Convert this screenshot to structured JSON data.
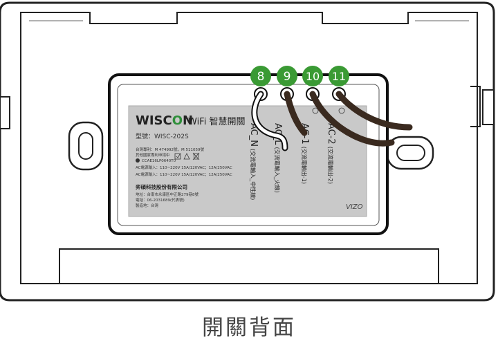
{
  "caption": "開關背面",
  "label": {
    "brand_pre": "WISC",
    "brand_o": "O",
    "brand_post": "N",
    "product": "WiFi 智慧開關",
    "model": "型號：WISC-202S",
    "patent1": "台灣專利：M 474992號，M 511059號",
    "patent2": "其他國家專利申請中",
    "cert_code": "CCAE16LP0640T0",
    "rating1": "AC電源輸入：110~220V 15A/120VAC；12A/250VAC",
    "rating2": "AC電源輸入：110~220V 15A/120VAC；12A/250VAC",
    "company": "弈碩科技股份有限公司",
    "address": "地址：台南市永康區中正路279巷8號",
    "phone": "電話：06-2031689(代表號)",
    "origin": "製造地：台灣"
  },
  "terminals": [
    {
      "number": "8",
      "code": "AC_N",
      "desc": "(交流電輸入_中性線)"
    },
    {
      "number": "9",
      "code": "AC_L",
      "desc": "(交流電輸入_火線)"
    },
    {
      "number": "10",
      "code": "AC-1",
      "desc": "(交流電輸出-1)"
    },
    {
      "number": "11",
      "code": "AC-2",
      "desc": "(交流電輸出-2)"
    }
  ],
  "colors": {
    "terminal_badge": "#3a9a34",
    "outline": "#111111",
    "label_bg": "#c9c9c9"
  },
  "logo_text": "VIZO"
}
